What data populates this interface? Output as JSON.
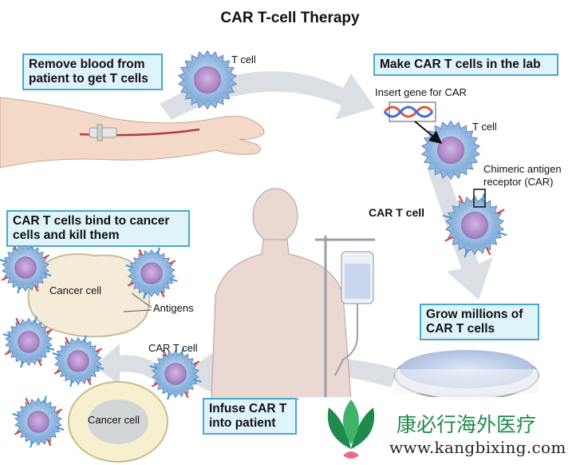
{
  "title": "CAR T-cell Therapy",
  "steps": {
    "step1": "Remove blood from\npatient to get T cells",
    "step2": "Make CAR T cells in the lab",
    "step3": "Grow millions of\nCAR T cells",
    "step4": "Infuse CAR T\ninto patient",
    "step5": "CAR T cells bind to cancer\ncells and kill them"
  },
  "labels": {
    "t_cell_1": "T cell",
    "insert_gene": "Insert gene for CAR",
    "t_cell_2": "T cell",
    "car_receptor": "Chimeric antigen\nreceptor (CAR)",
    "car_t_cell_1": "CAR T cell",
    "cancer_cell_1": "Cancer cell",
    "antigens": "Antigens",
    "car_t_cell_2": "CAR T cell",
    "cancer_cell_2": "Cancer cell"
  },
  "watermark": {
    "chinese": "康必行海外医疗",
    "url": "www.kangbixing.com"
  },
  "colors": {
    "box_fill": "#dff3fb",
    "box_border": "#4aa9c9",
    "cell_blue": "#8fb6e0",
    "nucleus": "#b48fc9",
    "arrow": "#d5d9de",
    "skin": "#f3d9c8",
    "body": "#ead8d2",
    "logo_green": "#1e8a4c"
  }
}
